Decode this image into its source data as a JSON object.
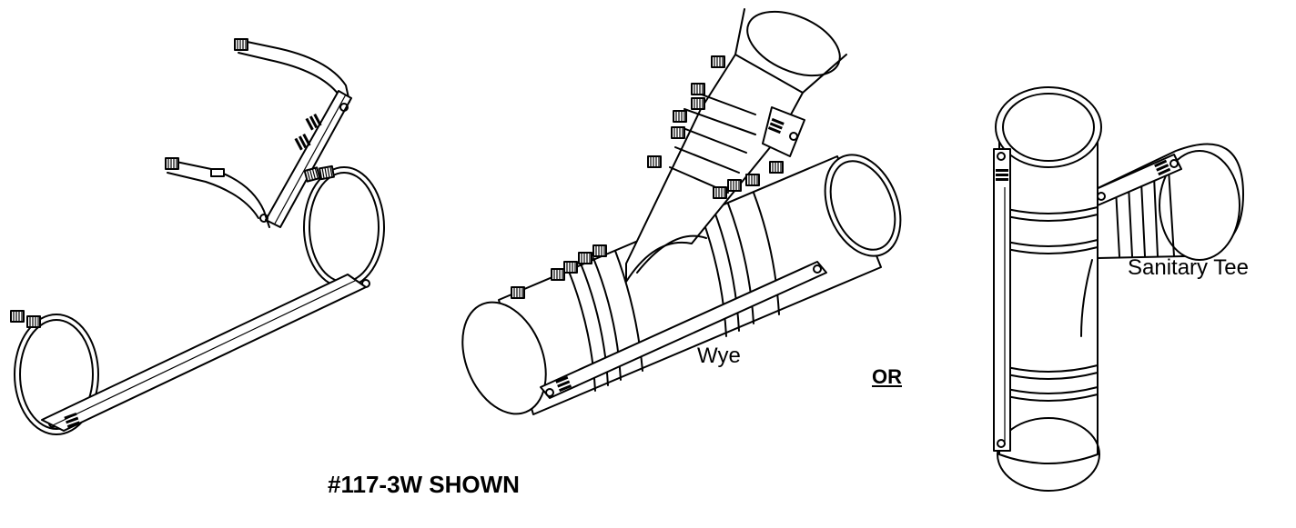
{
  "labels": {
    "wye": "Wye",
    "or": "OR",
    "sanitary_tee": "Sanitary Tee",
    "model_shown": "#117-3W SHOWN"
  },
  "colors": {
    "line": "#000000",
    "background": "#ffffff"
  }
}
